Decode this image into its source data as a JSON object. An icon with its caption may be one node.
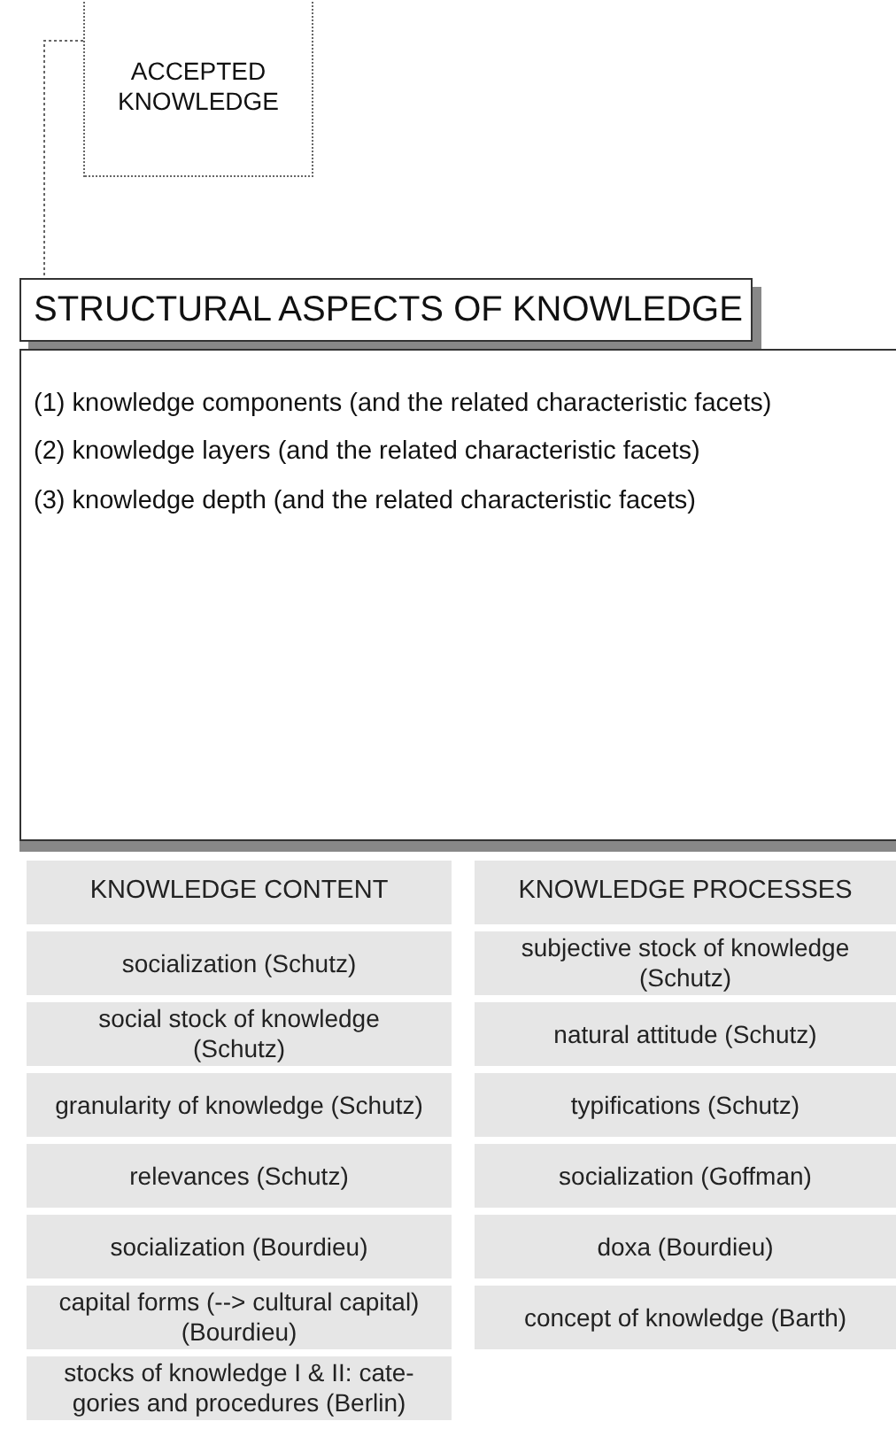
{
  "diagram": {
    "nodes": [
      {
        "text": [
          "ACCEPTED KNOWLEDGE"
        ]
      },
      {
        "text": [
          "STRUCTURAL ASPECTS OF KNOWLEDGE"
        ]
      },
      {
        "text": [
          "(1) knowledge components (and the related characteristic facets)",
          "(2) knowledge layers (and the related characteristic facets)",
          "(3) knowledge depth (and the related characteristic facets)"
        ]
      },
      {
        "text": [
          "KNOWLEDGE CONTENT"
        ]
      },
      {
        "text": [
          "KNOWLEDGE PROCESSES"
        ]
      },
      {
        "text": [
          "socialization (Schutz)"
        ]
      },
      {
        "text": [
          "subjective stock of knowledge (Schutz)"
        ]
      },
      {
        "text": [
          "social stock of knowledge (Schutz)"
        ]
      },
      {
        "text": [
          "natural attitude (Schutz)"
        ]
      },
      {
        "text": [
          "granularity of knowledge (Schutz)"
        ]
      },
      {
        "text": [
          "typifications (Schutz)"
        ]
      },
      {
        "text": [
          "relevances (Schutz)"
        ]
      },
      {
        "text": [
          "socialization (Goffman)"
        ]
      },
      {
        "text": [
          "socialization (Bourdieu)"
        ]
      },
      {
        "text": [
          "doxa (Bourdieu)"
        ]
      },
      {
        "text": [
          "capital forms (--> cultural capital) (Bourdieu)"
        ]
      },
      {
        "text": [
          "concept of knowledge (Barth)"
        ]
      },
      {
        "text": [
          "stocks of knowledge I & II: cate-gories and procedures (Berlin)"
        ]
      }
    ],
    "edges": [
      {
        "from": 0,
        "to": 1,
        "arrow": "none",
        "style": "dashed"
      }
    ]
  }
}
